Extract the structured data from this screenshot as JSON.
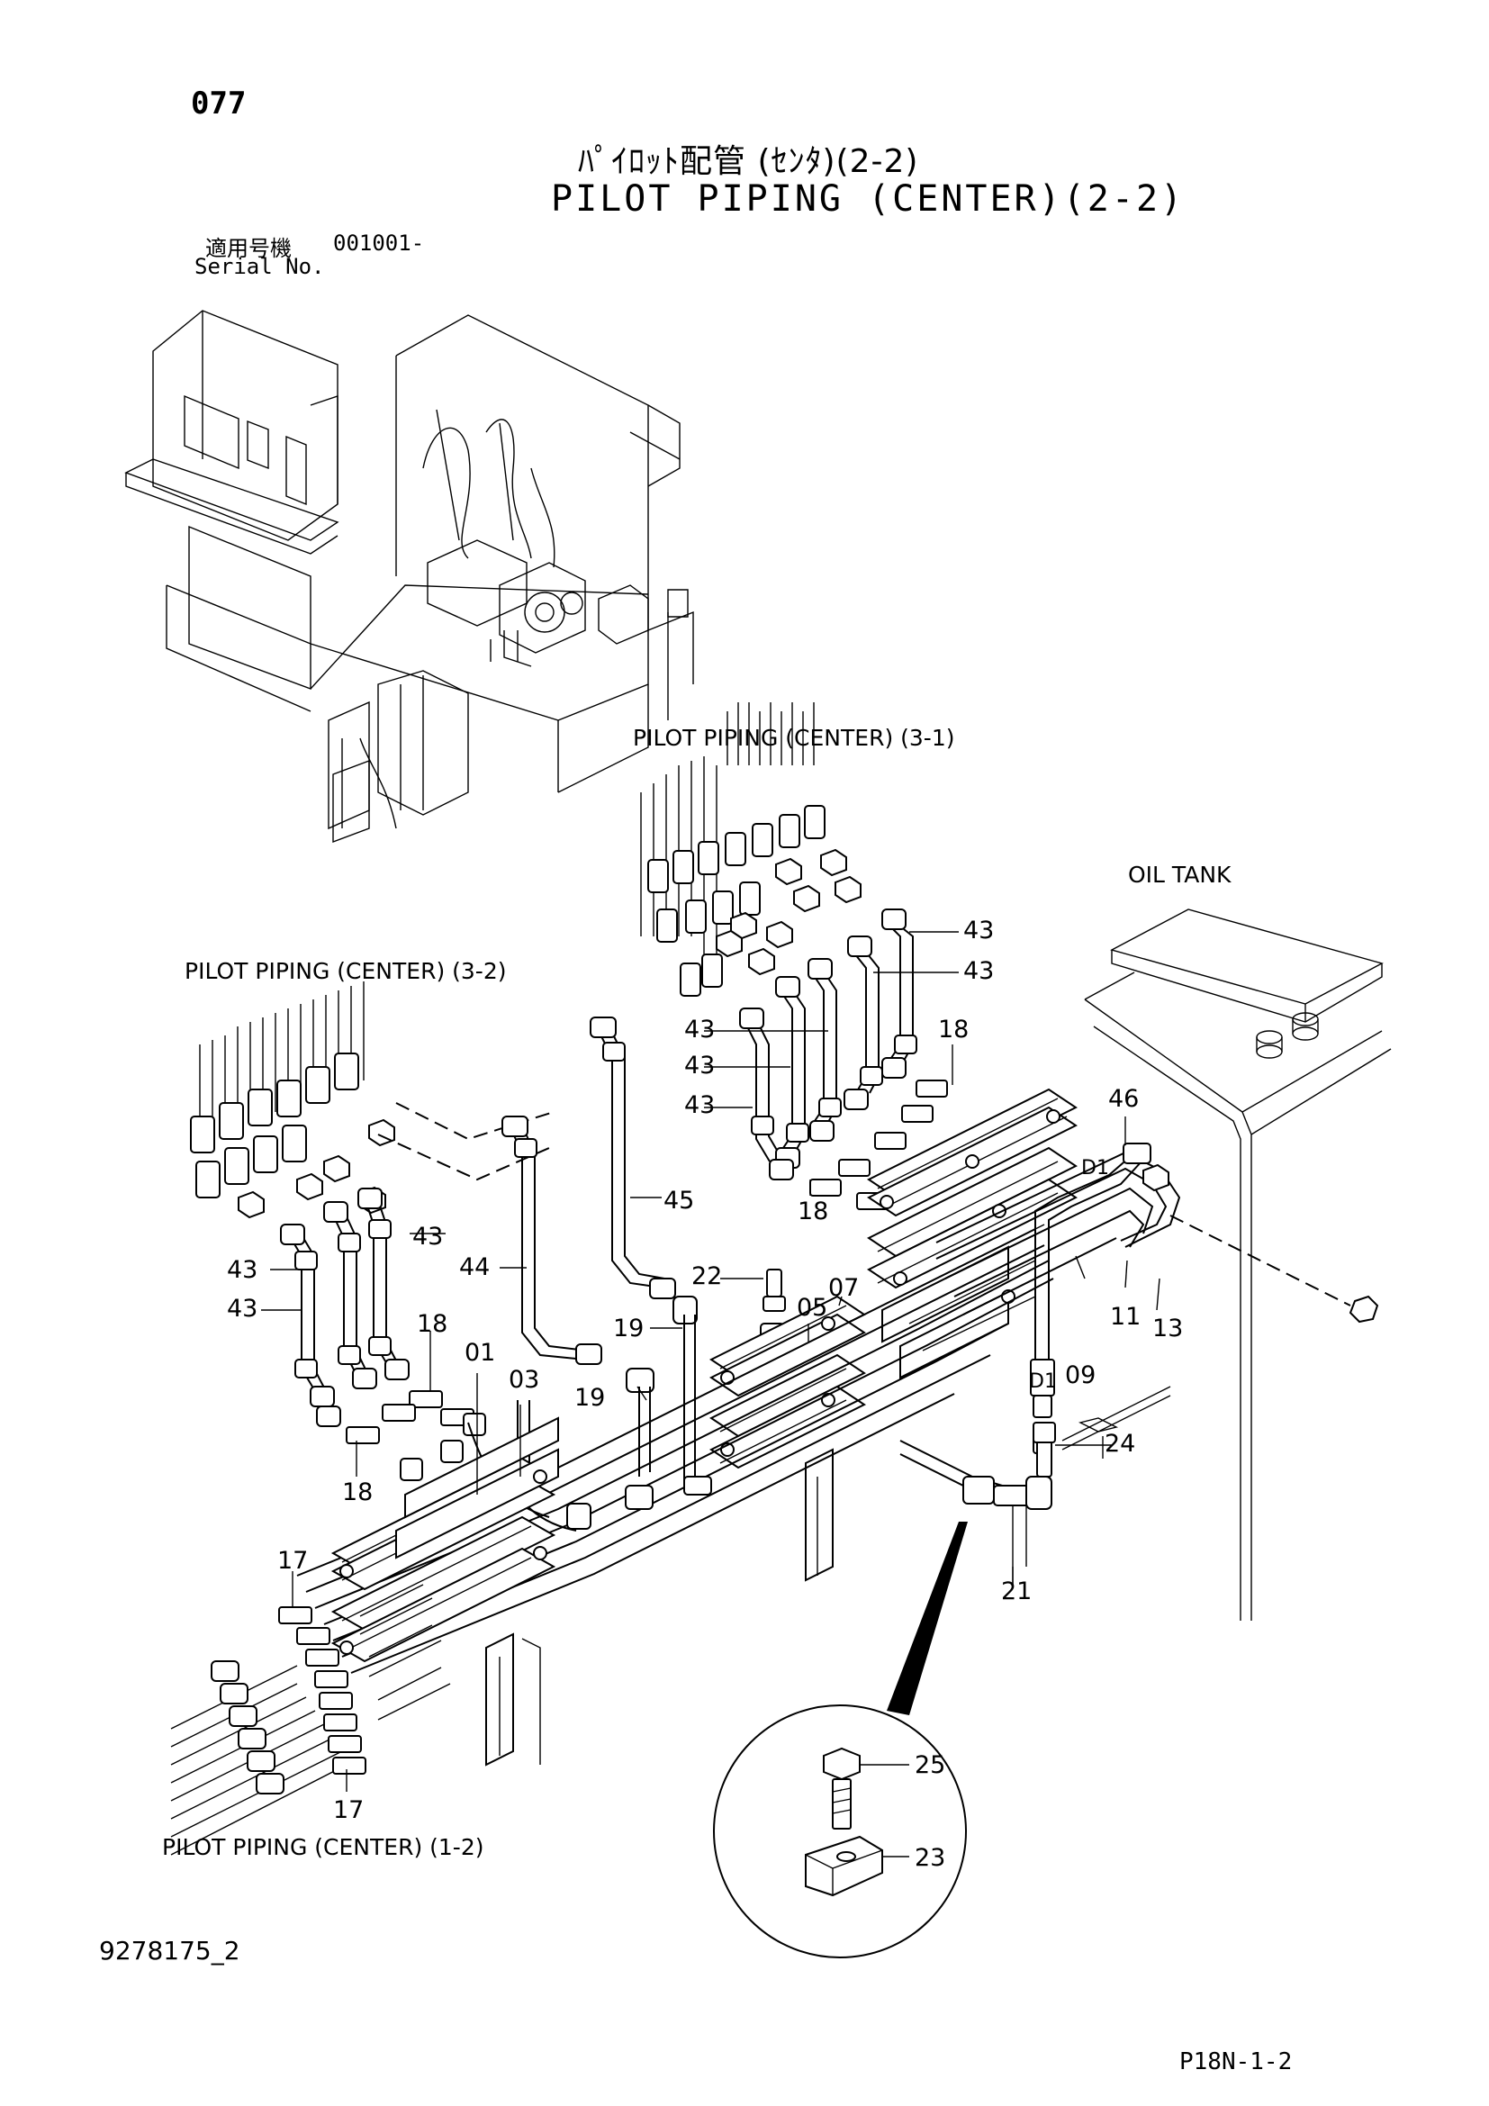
{
  "header": {
    "page_number": "077",
    "title_ja": "ﾊﾟｲﾛｯﾄ配管 (ｾﾝﾀ)(2-2)",
    "title_en": "PILOT PIPING (CENTER)(2-2)",
    "serial_label_ja": "適用号機",
    "serial_value": "001001-",
    "serial_label_en": "Serial No."
  },
  "references": {
    "ref_3_1": "PILOT PIPING (CENTER) (3-1)",
    "ref_3_2": "PILOT PIPING (CENTER) (3-2)",
    "ref_1_2": "PILOT PIPING (CENTER) (1-2)",
    "oil_tank": "OIL TANK"
  },
  "callouts": {
    "c43a": "43",
    "c43b": "43",
    "c43c": "43",
    "c43d": "43",
    "c43e": "43",
    "c43f": "43",
    "c43g": "43",
    "c43h": "43",
    "c18a": "18",
    "c18b": "18",
    "c18c": "18",
    "c18d": "18",
    "c46": "46",
    "d1a": "D1",
    "d1b": "D1",
    "c45": "45",
    "c44": "44",
    "c22": "22",
    "c05": "05",
    "c07": "07",
    "c19a": "19",
    "c19b": "19",
    "c01": "01",
    "c03": "03",
    "c09": "09",
    "c11": "11",
    "c13": "13",
    "c24": "24",
    "c21": "21",
    "c17a": "17",
    "c17b": "17",
    "c25": "25",
    "c23": "23"
  },
  "footer": {
    "doc_number": "9278175_2",
    "page_code": "P18N-1-2"
  }
}
